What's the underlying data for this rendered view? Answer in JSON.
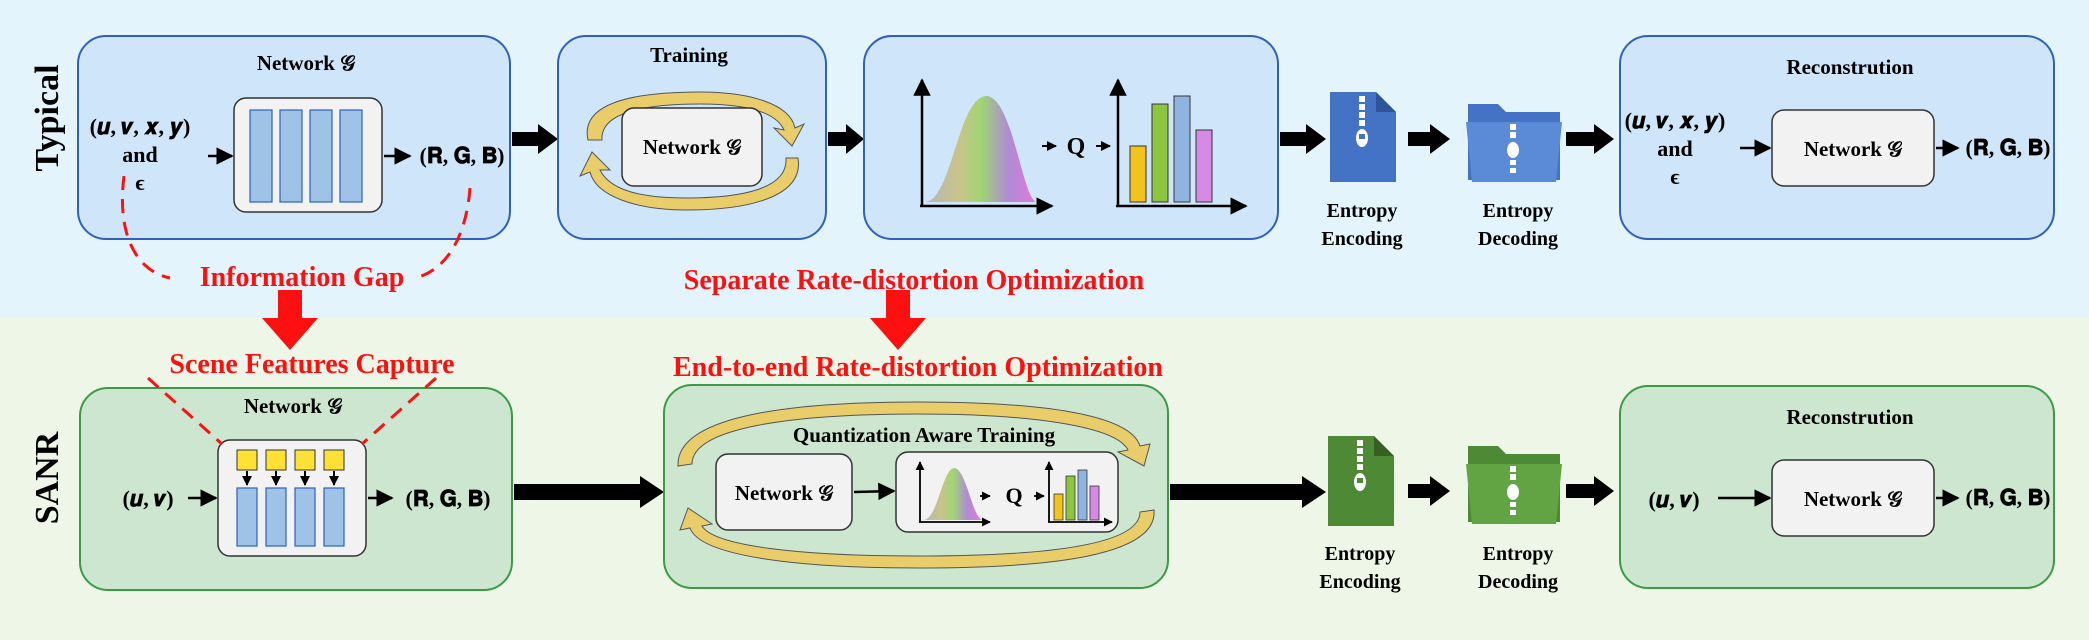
{
  "rows": {
    "typical": "Typical",
    "sanr": "SANR"
  },
  "typical": {
    "network_title": "Network 𝒢",
    "input_line1": "(𝒖, 𝒗, 𝒙, 𝒚)",
    "input_line2": "and",
    "input_line3": "ϵ",
    "output": "(𝐑, 𝐆, 𝐁)",
    "training_title": "Training",
    "training_network": "Network 𝒢",
    "quant_label": "Q",
    "entropy_encoding_1": "Entropy",
    "entropy_encoding_2": "Encoding",
    "entropy_decoding_1": "Entropy",
    "entropy_decoding_2": "Decoding",
    "recon_title": "Reconstrution",
    "recon_input_line1": "(𝒖, 𝒗, 𝒙, 𝒚)",
    "recon_input_line2": "and",
    "recon_input_line3": "ϵ",
    "recon_network": "Network 𝒢",
    "recon_output": "(𝐑, 𝐆, 𝐁)"
  },
  "annotations": {
    "information_gap": "Information Gap",
    "separate_rd": "Separate Rate-distortion Optimization",
    "scene_features": "Scene Features Capture",
    "end_to_end_rd": "End-to-end Rate-distortion Optimization"
  },
  "sanr": {
    "network_title": "Network 𝒢",
    "input": "(𝒖, 𝒗)",
    "output": "(𝐑, 𝐆, 𝐁)",
    "qat_title": "Quantization Aware Training",
    "qat_network": "Network 𝒢",
    "quant_label": "Q",
    "entropy_encoding_1": "Entropy",
    "entropy_encoding_2": "Encoding",
    "entropy_decoding_1": "Entropy",
    "entropy_decoding_2": "Decoding",
    "recon_title": "Reconstrution",
    "recon_input": "(𝒖, 𝒗)",
    "recon_network": "Network 𝒢",
    "recon_output": "(𝐑, 𝐆, 𝐁)"
  },
  "colors": {
    "top_background": "#e3f4fc",
    "bottom_background": "#eef7e7",
    "typical_box_fill": "#cfe6fa",
    "typical_box_stroke": "#2f5fbf",
    "sanr_box_fill": "#cde6cf",
    "sanr_box_stroke": "#3c9a46",
    "annotation_red": "#ff1010",
    "entropy_blue": "#4472c4",
    "entropy_green": "#4e8a35",
    "layer_blue": "#9ec3e6",
    "feature_yellow": "#ffe135",
    "training_arrow": "#e9cd6a"
  },
  "icons": [
    "zip-file-icon",
    "zip-folder-icon",
    "training-cycle-arrows",
    "distribution-curve",
    "quantized-bar-chart"
  ]
}
